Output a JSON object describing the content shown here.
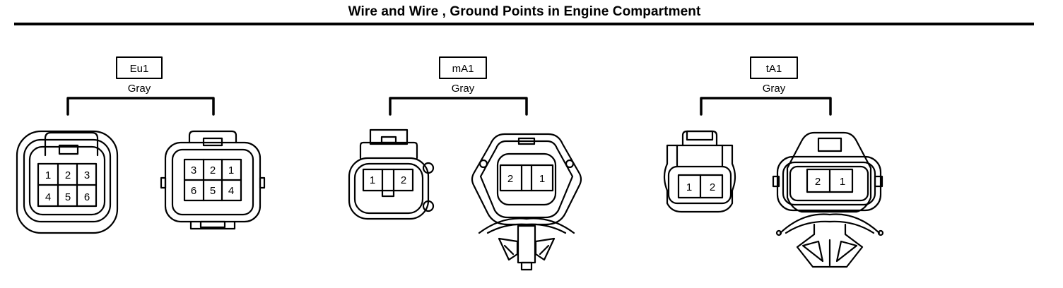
{
  "title": "Wire and Wire , Ground Points in Engine Compartment",
  "connectors": [
    {
      "code": "Eu1",
      "color": "Gray",
      "female_pins": [
        "1",
        "2",
        "3",
        "4",
        "5",
        "6"
      ],
      "male_pins": [
        "3",
        "2",
        "1",
        "6",
        "5",
        "4"
      ]
    },
    {
      "code": "mA1",
      "color": "Gray",
      "female_pins": [
        "1",
        "2"
      ],
      "male_pins": [
        "2",
        "1"
      ]
    },
    {
      "code": "tA1",
      "color": "Gray",
      "female_pins": [
        "1",
        "2"
      ],
      "male_pins": [
        "2",
        "1"
      ]
    }
  ]
}
